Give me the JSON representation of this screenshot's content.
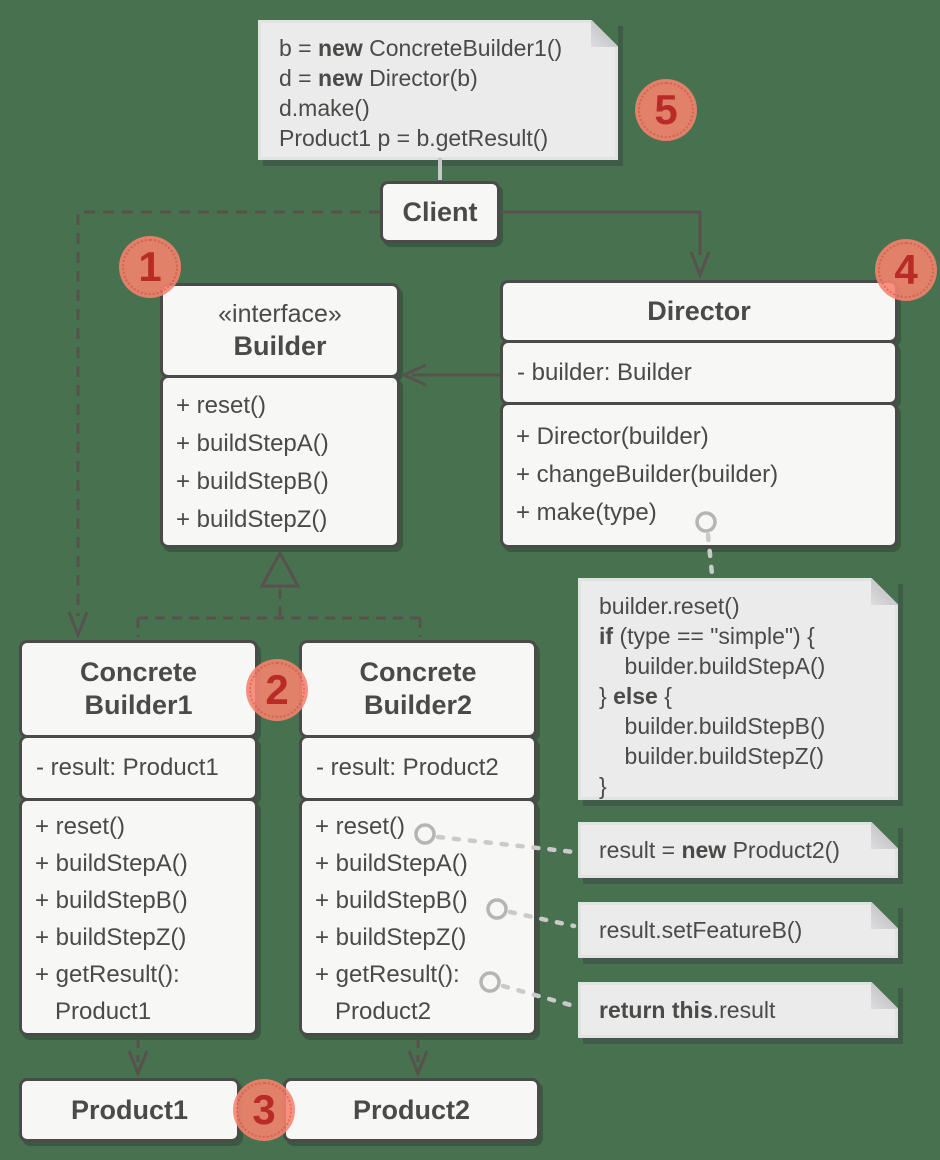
{
  "colors": {
    "background": "#48714f",
    "box_fill": "#f7f7f6",
    "box_border": "#4a4a48",
    "note_fill": "#ebebeb",
    "badge_fill": "#f6836e",
    "badge_number": "#b92b27",
    "line_dark": "#57524e",
    "line_light": "#c8c8c8"
  },
  "badges": {
    "step1": "1",
    "step2": "2",
    "step3": "3",
    "step4": "4",
    "step5": "5"
  },
  "classes": {
    "client": {
      "title": "Client"
    },
    "builder": {
      "stereotype": "«interface»",
      "title": "Builder",
      "methods": [
        "+ reset()",
        "+ buildStepA()",
        "+ buildStepB()",
        "+ buildStepZ()"
      ]
    },
    "director": {
      "title": "Director",
      "attributes": [
        "- builder: Builder"
      ],
      "methods": [
        "+ Director(builder)",
        "+ changeBuilder(builder)",
        "+ make(type)"
      ]
    },
    "concrete_builder1": {
      "title_lines": [
        "Concrete",
        "Builder1"
      ],
      "attributes": [
        "- result: Product1"
      ],
      "methods": [
        "+ reset()",
        "+ buildStepA()",
        "+ buildStepB()",
        "+ buildStepZ()",
        "+ getResult():",
        "   Product1"
      ]
    },
    "concrete_builder2": {
      "title_lines": [
        "Concrete",
        "Builder2"
      ],
      "attributes": [
        "- result: Product2"
      ],
      "methods": [
        "+ reset()",
        "+ buildStepA()",
        "+ buildStepB()",
        "+ buildStepZ()",
        "+ getResult():",
        "   Product2"
      ]
    },
    "product1": {
      "title": "Product1"
    },
    "product2": {
      "title": "Product2"
    }
  },
  "notes": {
    "client_code": {
      "lines": [
        [
          {
            "t": "b = "
          },
          {
            "t": "new",
            "b": true
          },
          {
            "t": " ConcreteBuilder1()"
          }
        ],
        [
          {
            "t": "d = "
          },
          {
            "t": "new",
            "b": true
          },
          {
            "t": " Director(b)"
          }
        ],
        [
          {
            "t": "d.make()"
          }
        ],
        [
          {
            "t": "Product1 p = b.getResult()"
          }
        ]
      ]
    },
    "make_impl": {
      "lines": [
        [
          {
            "t": "builder.reset()"
          }
        ],
        [
          {
            "t": "if",
            "b": true
          },
          {
            "t": " (type == \"simple\") {"
          }
        ],
        [
          {
            "t": "    builder.buildStepA()"
          }
        ],
        [
          {
            "t": "} "
          },
          {
            "t": "else",
            "b": true
          },
          {
            "t": " {"
          }
        ],
        [
          {
            "t": "    builder.buildStepB()"
          }
        ],
        [
          {
            "t": "    builder.buildStepZ()"
          }
        ],
        [
          {
            "t": "}"
          }
        ]
      ]
    },
    "reset_impl": {
      "lines": [
        [
          {
            "t": "result = "
          },
          {
            "t": "new",
            "b": true
          },
          {
            "t": " Product2()"
          }
        ]
      ]
    },
    "build_step_b_impl": {
      "lines": [
        [
          {
            "t": "result.setFeatureB()"
          }
        ]
      ]
    },
    "get_result_impl": {
      "lines": [
        [
          {
            "t": "return this",
            "b": true
          },
          {
            "t": ".result"
          }
        ]
      ]
    }
  }
}
